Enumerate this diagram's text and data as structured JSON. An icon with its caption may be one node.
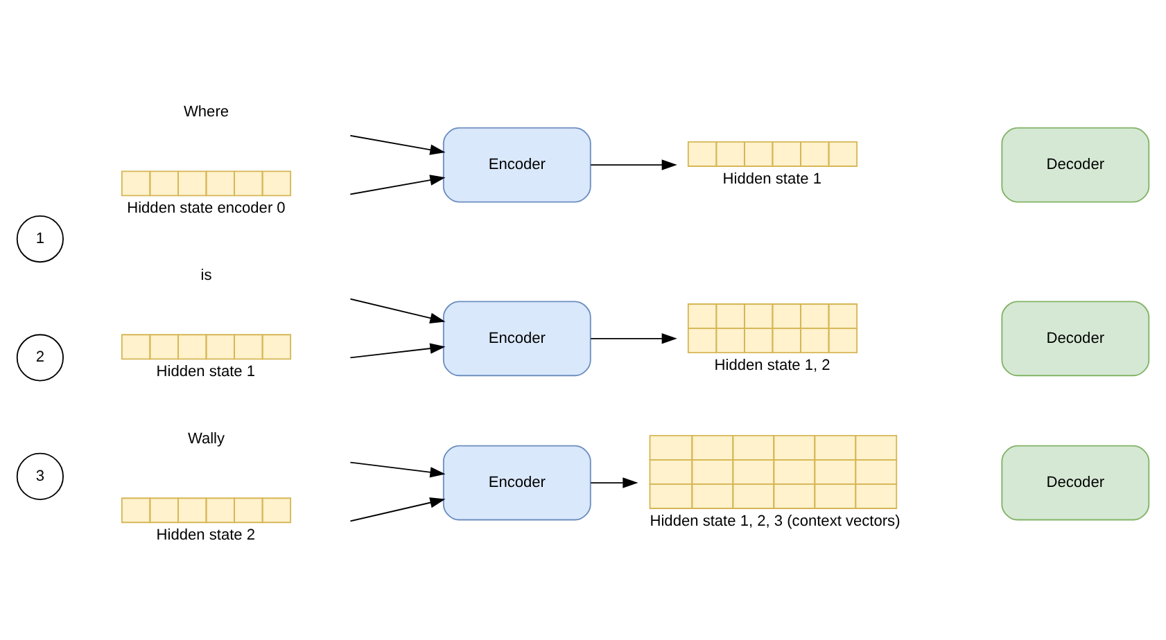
{
  "diagram": {
    "nodes": [
      {
        "text": [
          "1"
        ]
      },
      {
        "text": [],
        "shape": "bar",
        "beside": [
          "Hidden state encoder 0"
        ]
      },
      {
        "text": [
          "Encoder"
        ]
      },
      {
        "text": [],
        "shape": "grid",
        "beside": [
          "Hidden state 1"
        ]
      },
      {
        "text": [
          "Decoder"
        ]
      },
      {
        "text": [
          "2"
        ]
      },
      {
        "text": [],
        "shape": "bar",
        "beside": [
          "Hidden state 1"
        ]
      },
      {
        "text": [
          "Encoder"
        ]
      },
      {
        "text": [],
        "shape": "grid",
        "beside": [
          "Hidden state 1, 2"
        ]
      },
      {
        "text": [
          "Decoder"
        ]
      },
      {
        "text": [
          "3"
        ]
      },
      {
        "text": [],
        "shape": "bar",
        "beside": [
          "Hidden state 2"
        ]
      },
      {
        "text": [
          "Encoder"
        ]
      },
      {
        "text": [],
        "shape": "grid",
        "beside": [
          "Hidden state 1, 2, 3 (context vectors)"
        ]
      },
      {
        "text": [
          "Decoder"
        ]
      }
    ],
    "edges": [
      {
        "from": null,
        "to": 2,
        "arrow": "to"
      },
      {
        "from": null,
        "to": 2,
        "arrow": "to"
      },
      {
        "from": 2,
        "to": 3,
        "arrow": "to"
      },
      {
        "from": null,
        "to": 7,
        "arrow": "to"
      },
      {
        "from": null,
        "to": 7,
        "arrow": "to"
      },
      {
        "from": 7,
        "to": 8,
        "arrow": "to"
      },
      {
        "from": null,
        "to": 12,
        "arrow": "to"
      },
      {
        "from": null,
        "to": 12,
        "arrow": "to"
      },
      {
        "from": 12,
        "to": 13,
        "arrow": "to"
      }
    ],
    "labels": [
      "Where",
      "is",
      "Wally"
    ]
  }
}
